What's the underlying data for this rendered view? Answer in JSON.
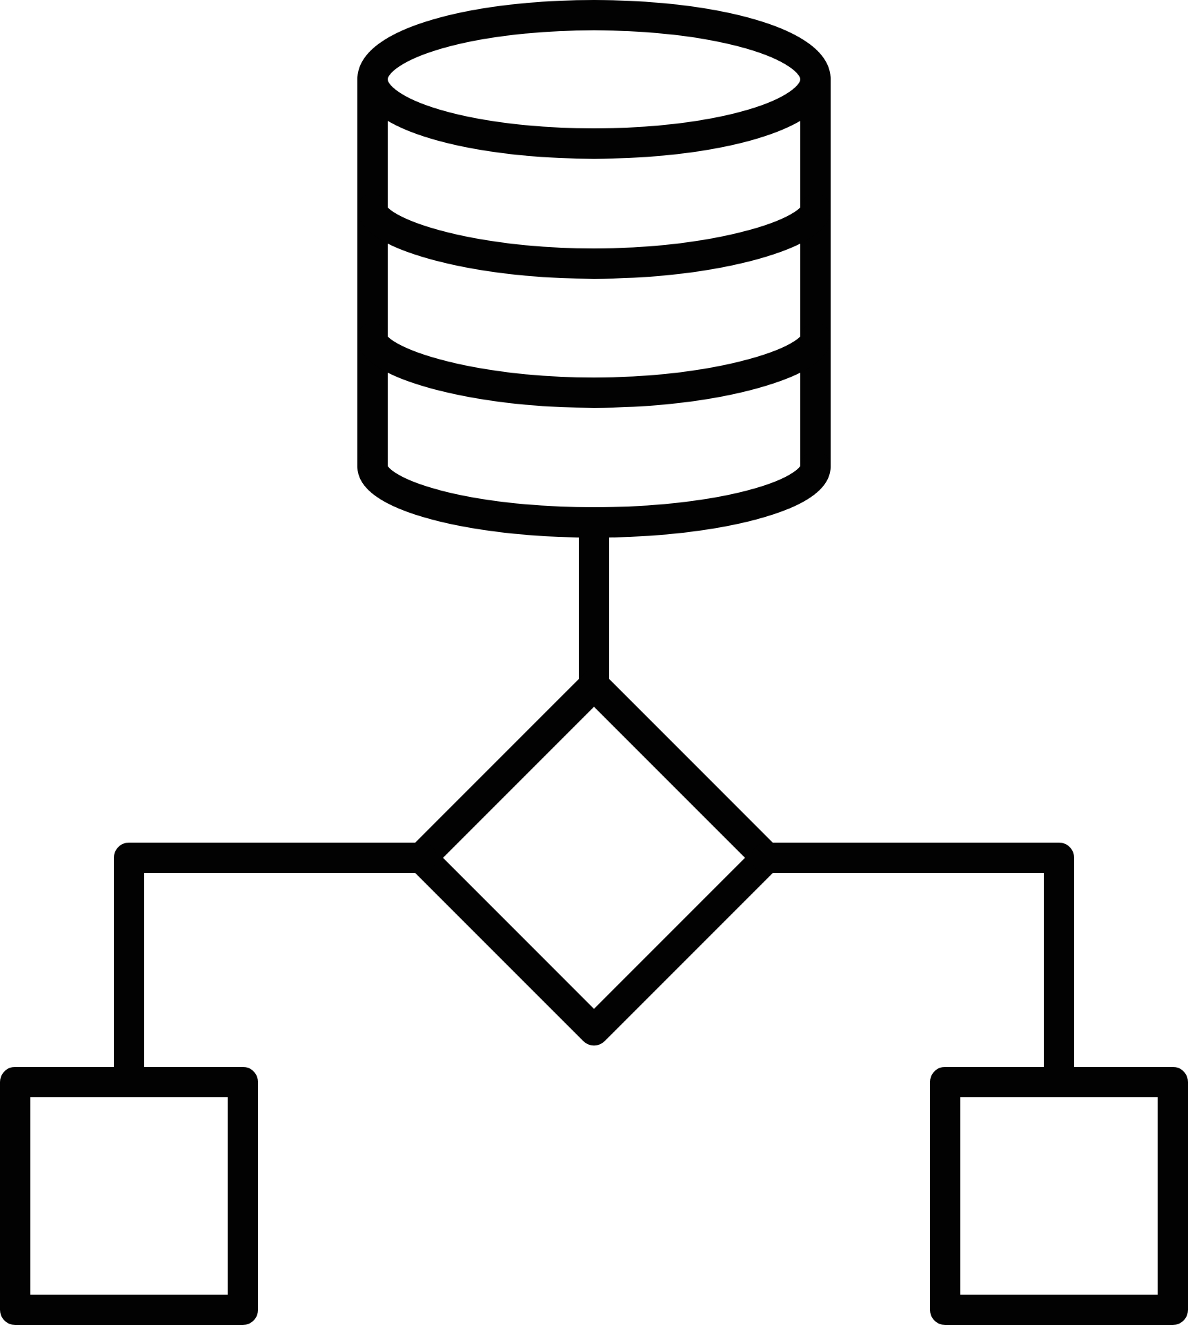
{
  "diagram": {
    "kind": "icon",
    "icon": "database-flowchart-icon",
    "stroke_color": "#020202",
    "background_color": "#ffffff",
    "shapes": [
      {
        "name": "database-cylinder",
        "icon": "database-icon",
        "layers": 3
      },
      {
        "name": "decision-diamond",
        "icon": "decision-icon"
      },
      {
        "name": "left-process-box",
        "icon": "square-icon"
      },
      {
        "name": "right-process-box",
        "icon": "square-icon"
      }
    ],
    "connectors": [
      {
        "from": "database-cylinder",
        "to": "decision-diamond"
      },
      {
        "from": "decision-diamond",
        "to": "left-process-box"
      },
      {
        "from": "decision-diamond",
        "to": "right-process-box"
      }
    ]
  }
}
